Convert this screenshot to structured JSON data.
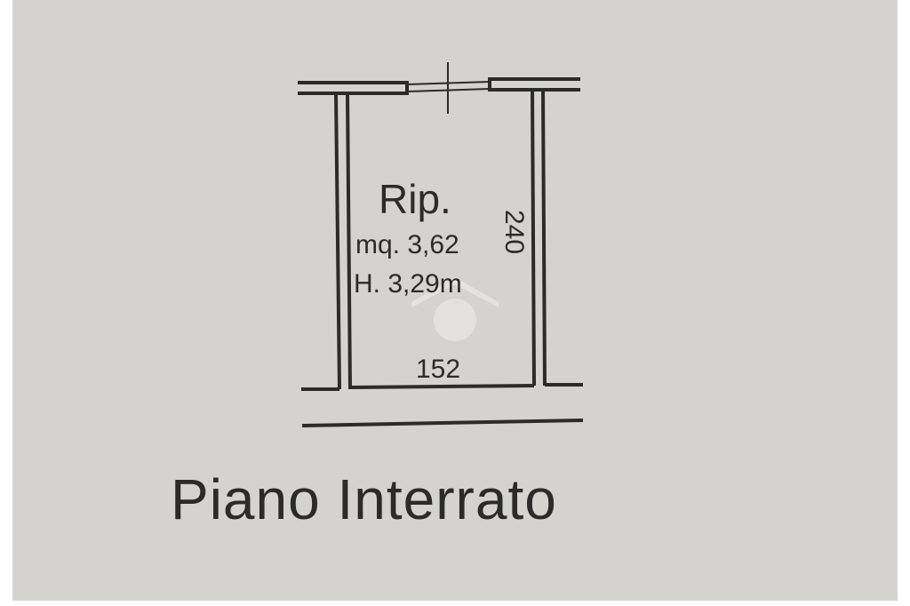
{
  "floor_plan": {
    "room": {
      "name": "Rip.",
      "area": "mq. 3,62",
      "height": "H. 3,29m"
    },
    "dimensions": {
      "width": "152",
      "depth": "240"
    },
    "floor_title": "Piano Interrato",
    "colors": {
      "paper": "#d4d3cf",
      "ink": "#2b2b2b"
    }
  }
}
